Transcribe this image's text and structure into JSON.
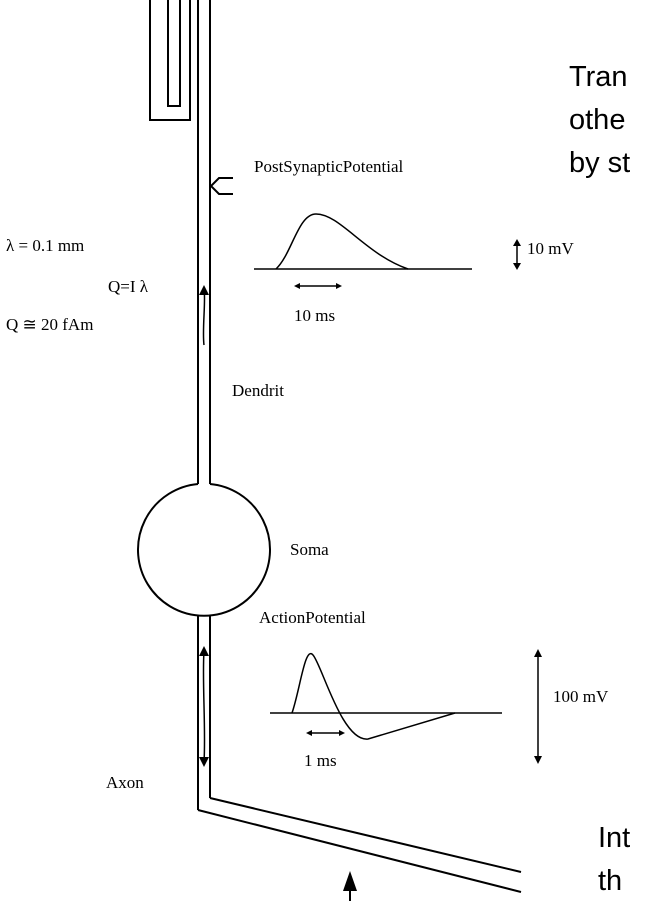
{
  "labels": {
    "lambda": "λ = 0.1  mm",
    "q_formula": "Q=I λ",
    "q_value": "Q ≅ 20 fAm",
    "post_synaptic_potential": "PostSynapticPotential",
    "psp_amplitude": "10 mV",
    "psp_duration": "10 ms",
    "dendrite": "Dendrit",
    "soma": "Soma",
    "action_potential": "ActionPotential",
    "ap_amplitude": "100 mV",
    "ap_duration": "1 ms",
    "axon": "Axon"
  },
  "side_text": {
    "top_lines": [
      "Tran",
      "othe",
      "by st"
    ],
    "bottom_lines": [
      "Int",
      "th"
    ]
  }
}
